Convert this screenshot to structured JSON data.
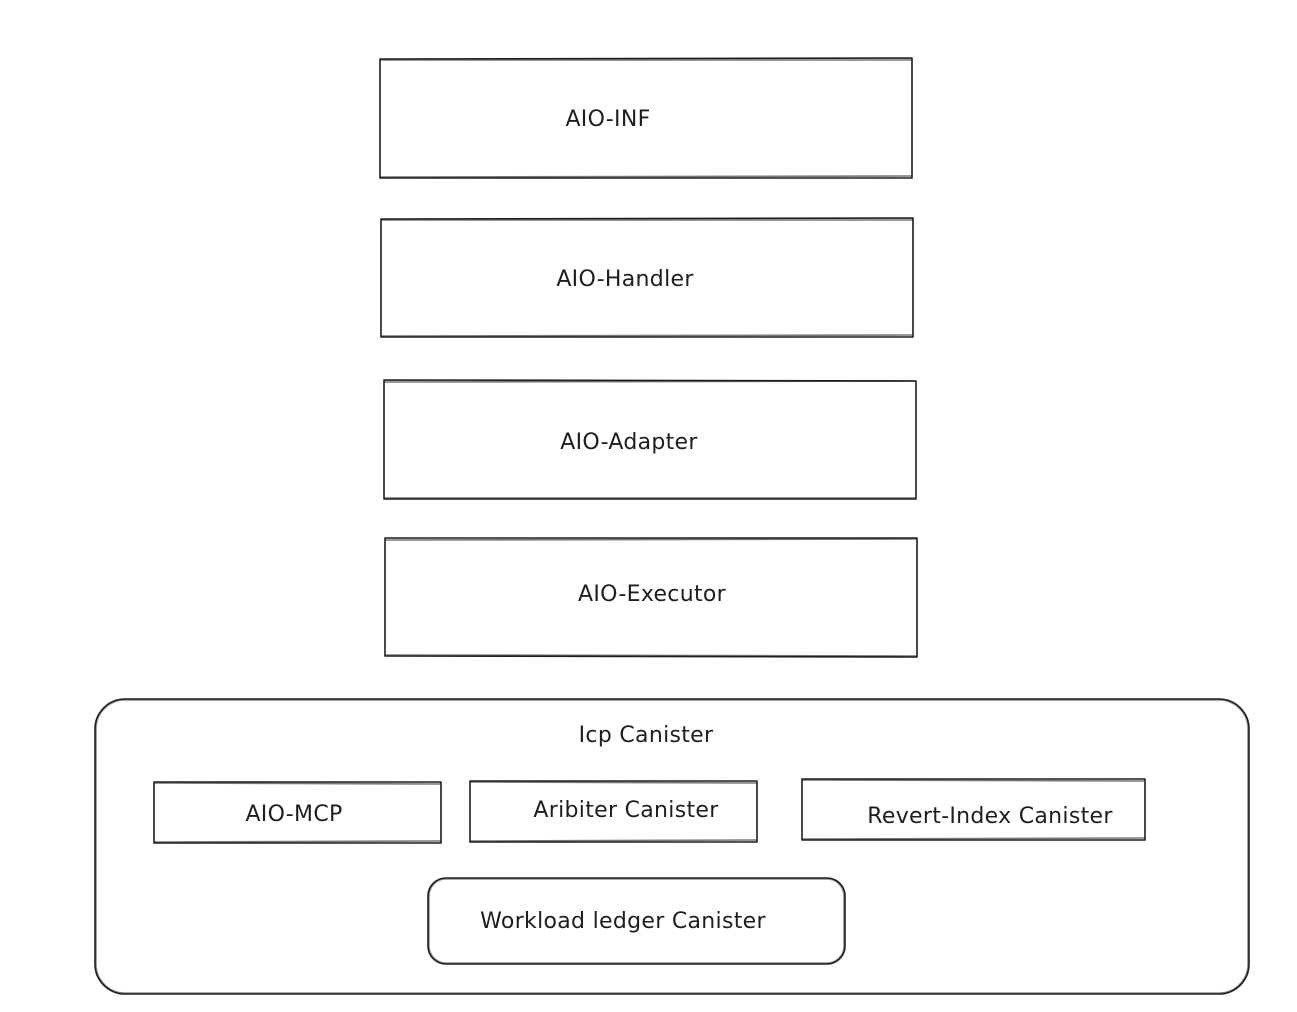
{
  "diagram": {
    "layers": [
      {
        "label": "AIO-INF"
      },
      {
        "label": "AIO-Handler"
      },
      {
        "label": "AIO-Adapter"
      },
      {
        "label": "AIO-Executor"
      }
    ],
    "container": {
      "label": "Icp Canister",
      "children": [
        {
          "label": "AIO-MCP"
        },
        {
          "label": "Aribiter Canister"
        },
        {
          "label": "Revert-Index Canister"
        },
        {
          "label": "Workload ledger Canister"
        }
      ]
    }
  }
}
